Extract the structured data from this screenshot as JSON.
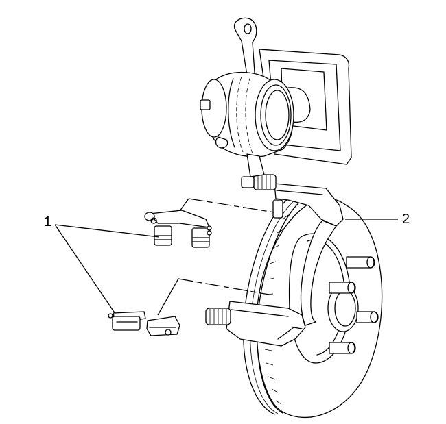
{
  "figure": {
    "description": "Exploded view: brake caliper, caliper bracket with rotor/hub, and brake pad retainer clips",
    "background": "#ffffff",
    "line_color": "#000000"
  },
  "callouts": [
    {
      "id": "1",
      "label": "1",
      "target": "brake pad retainer clips (upper and lower)"
    },
    {
      "id": "2",
      "label": "2",
      "target": "caliper mounting bracket"
    }
  ]
}
